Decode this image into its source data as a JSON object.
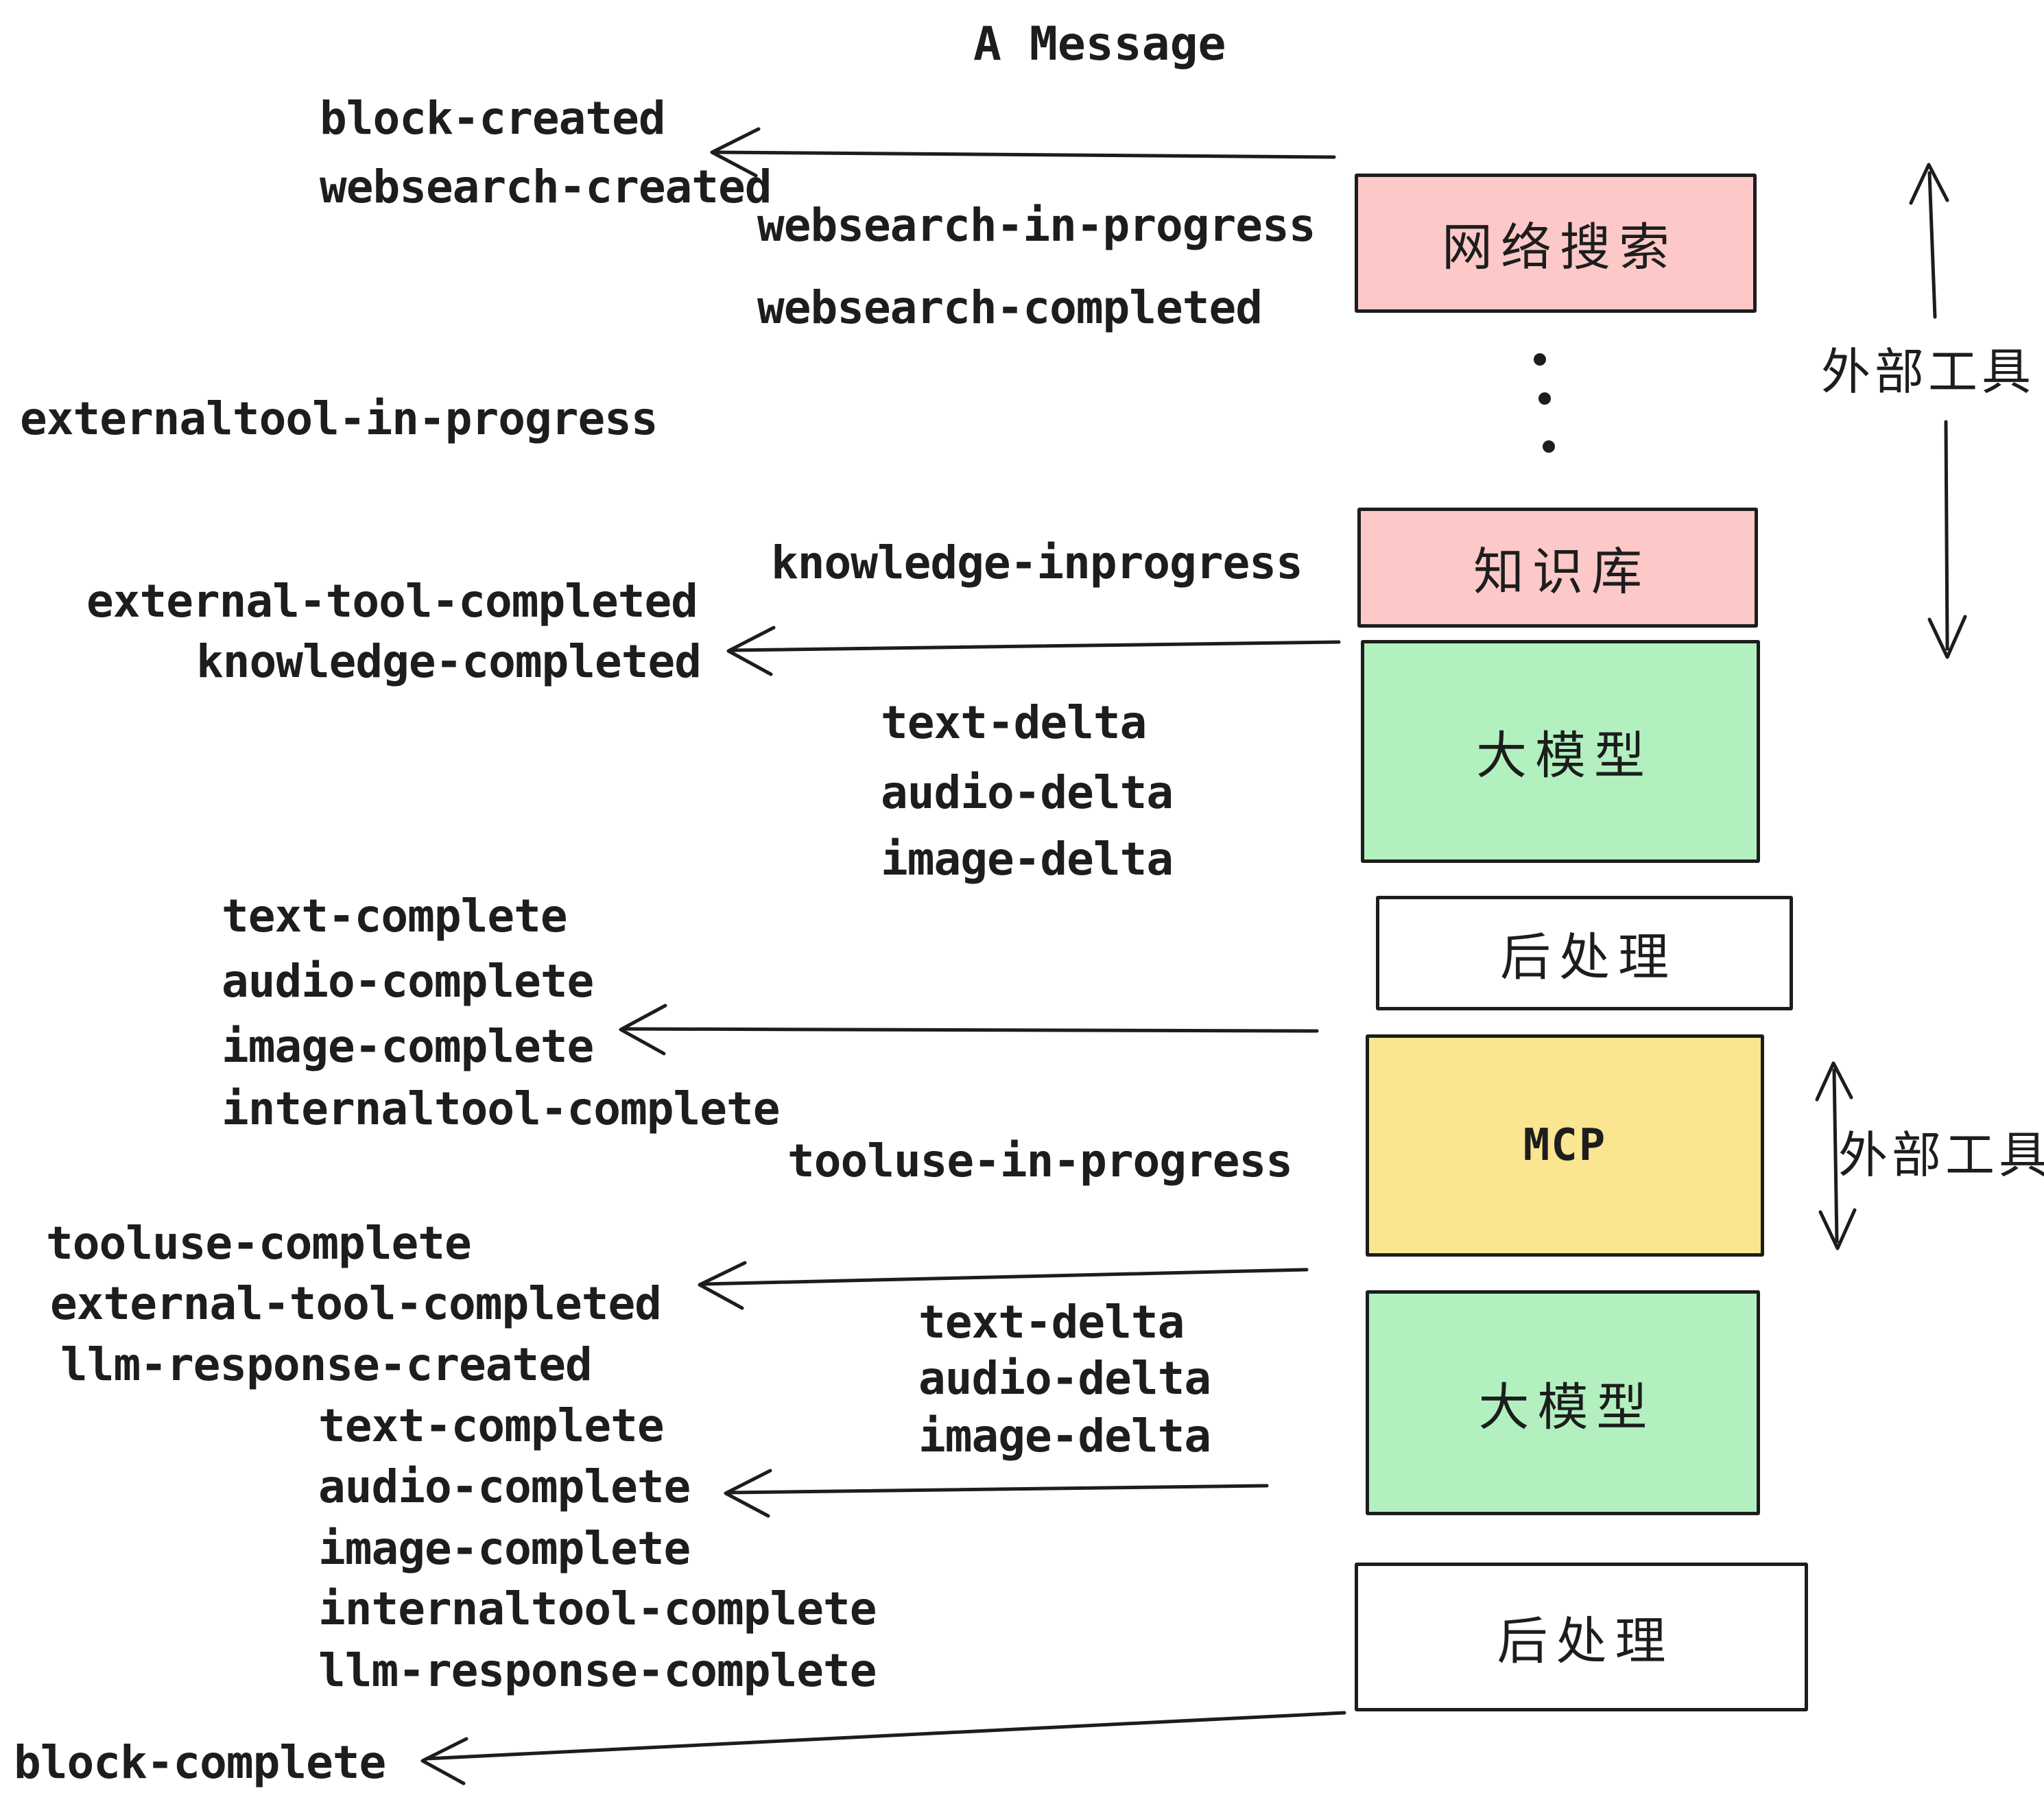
{
  "title": "A Message",
  "colors": {
    "pink": "#fcc8c8",
    "green": "#b2f0bf",
    "yellow": "#fae590",
    "white": "#ffffff",
    "stroke": "#1d1d1d",
    "background": "#ffffff"
  },
  "boxes": [
    {
      "id": "websearch",
      "label": "网络搜索",
      "color": "#fcc8c8"
    },
    {
      "id": "knowledge",
      "label": "知识库",
      "color": "#fcc8c8"
    },
    {
      "id": "llm-1",
      "label": "大模型",
      "color": "#b2f0bf"
    },
    {
      "id": "postprocess-1",
      "label": "后处理",
      "color": "#ffffff"
    },
    {
      "id": "mcp",
      "label": "MCP",
      "color": "#fae590"
    },
    {
      "id": "llm-2",
      "label": "大模型",
      "color": "#b2f0bf"
    },
    {
      "id": "postprocess-2",
      "label": "后处理",
      "color": "#ffffff"
    }
  ],
  "side_labels": [
    {
      "id": "external-tools-top",
      "label": "外部工具"
    },
    {
      "id": "external-tools-bottom",
      "label": "外部工具"
    }
  ],
  "events": [
    {
      "label": "block-created"
    },
    {
      "label": "websearch-created"
    },
    {
      "label": "websearch-in-progress"
    },
    {
      "label": "websearch-completed"
    },
    {
      "label": "externaltool-in-progress"
    },
    {
      "label": "knowledge-inprogress"
    },
    {
      "label": "external-tool-completed"
    },
    {
      "label": "knowledge-completed"
    },
    {
      "label": "text-delta"
    },
    {
      "label": "audio-delta"
    },
    {
      "label": "image-delta"
    },
    {
      "label": "text-complete"
    },
    {
      "label": "audio-complete"
    },
    {
      "label": "image-complete"
    },
    {
      "label": "internaltool-complete"
    },
    {
      "label": "tooluse-in-progress"
    },
    {
      "label": "tooluse-complete"
    },
    {
      "label": "external-tool-completed"
    },
    {
      "label": "llm-response-created"
    },
    {
      "label": "text-complete"
    },
    {
      "label": "audio-complete"
    },
    {
      "label": "image-complete"
    },
    {
      "label": "internaltool-complete"
    },
    {
      "label": "llm-response-complete"
    },
    {
      "label": "text-delta"
    },
    {
      "label": "audio-delta"
    },
    {
      "label": "image-delta"
    },
    {
      "label": "block-complete"
    }
  ]
}
